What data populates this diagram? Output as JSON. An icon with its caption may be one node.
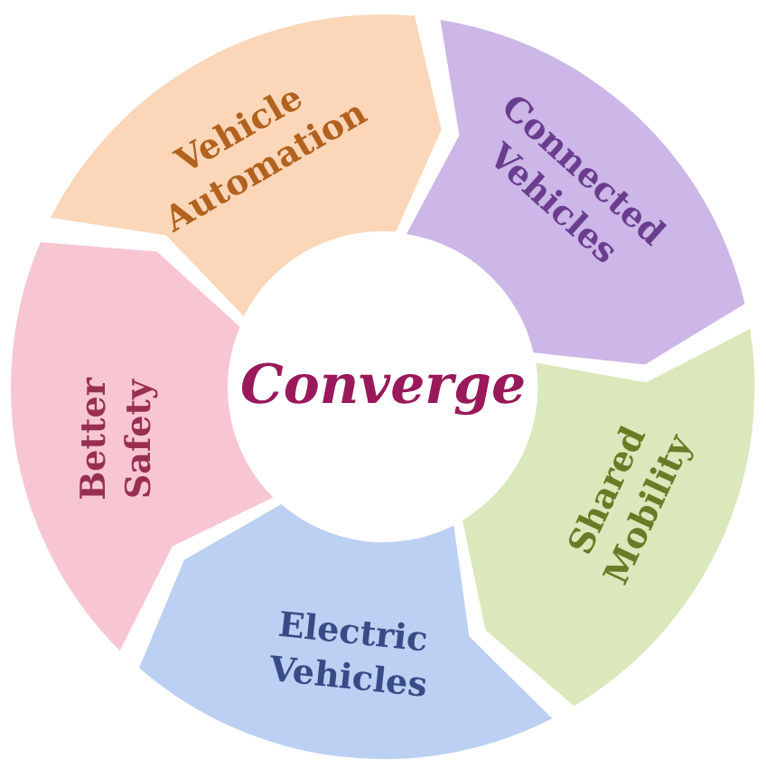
{
  "diagram": {
    "nodes": [
      {
        "text": [
          "Vehicle Automation"
        ]
      },
      {
        "text": [
          "Connected Vehicles"
        ]
      },
      {
        "text": [
          "Better Safety"
        ]
      },
      {
        "text": [
          "Converge"
        ]
      },
      {
        "text": [
          "Shared Mobility"
        ]
      },
      {
        "text": [
          "Electric Vehicles"
        ]
      }
    ]
  }
}
